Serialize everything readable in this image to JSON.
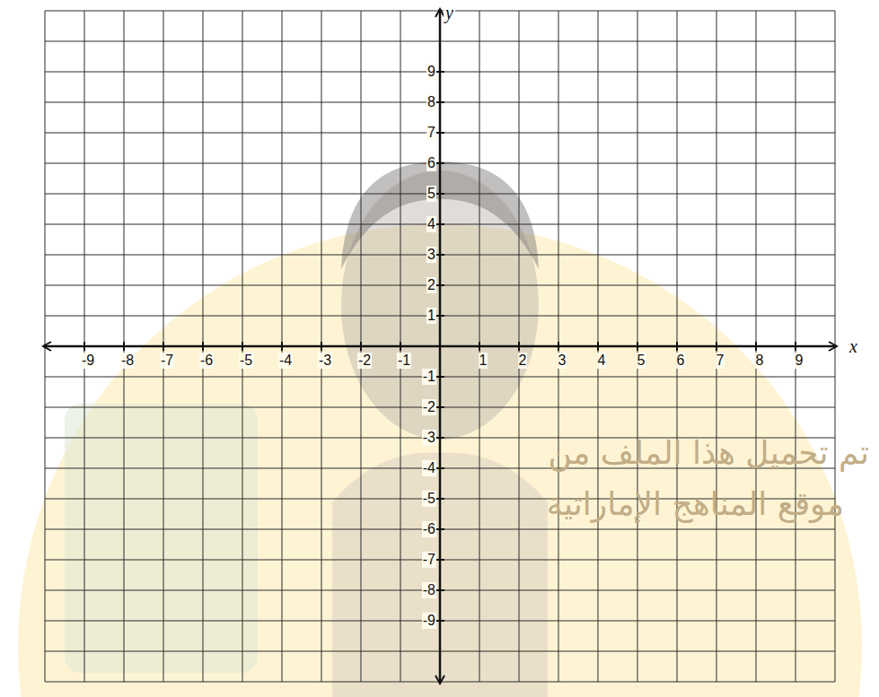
{
  "diagram": {
    "labels": [
      "y",
      "x",
      "-9",
      "-8",
      "-7",
      "-6",
      "-5",
      "-4",
      "-3",
      "-2",
      "-1",
      "1",
      "2",
      "3",
      "4",
      "5",
      "6",
      "7",
      "8",
      "9",
      "9",
      "8",
      "7",
      "6",
      "5",
      "4",
      "3",
      "2",
      "1",
      "-1",
      "-2",
      "-3",
      "-4",
      "-5",
      "-6",
      "-7",
      "-8",
      "-9",
      "تم تحميل هذا الملف من",
      "موقع المناهج الإماراتية"
    ]
  }
}
